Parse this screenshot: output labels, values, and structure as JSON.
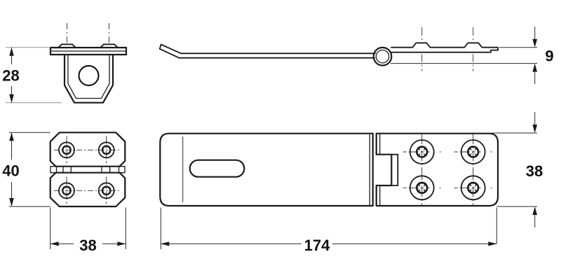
{
  "drawing": {
    "kind": "technical-drawing",
    "dimensions": {
      "staple_front_height": "28",
      "hasp_side_thickness": "9",
      "staple_top_height": "40",
      "staple_top_width": "38",
      "hasp_top_length": "174",
      "hasp_top_width": "38"
    },
    "colors": {
      "background": "#ffffff",
      "outline": "#1a1a1a",
      "dimension_lines": "#2a2a2a",
      "light_extension_lines": "#929292",
      "text": "#111111"
    }
  }
}
